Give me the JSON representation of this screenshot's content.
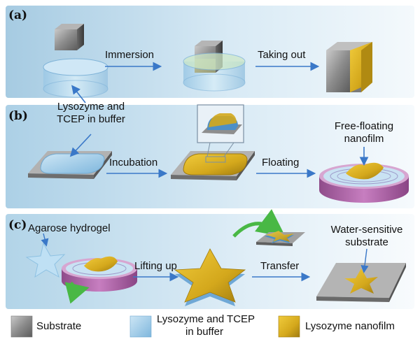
{
  "panels": {
    "a": {
      "label": "(a)",
      "step1": "Immersion",
      "step2": "Taking out",
      "solution_line1": "Lysozyme and",
      "solution_line2": "TCEP in buffer"
    },
    "b": {
      "label": "(b)",
      "step1": "Incubation",
      "step2": "Floating",
      "result_line1": "Free-floating",
      "result_line2": "nanofilm"
    },
    "c": {
      "label": "(c)",
      "hydrogel": "Agarose hydrogel",
      "step1": "Lifting up",
      "step2": "Transfer",
      "target_line1": "Water-sensitive",
      "target_line2": "substrate"
    }
  },
  "legend": {
    "substrate": "Substrate",
    "buffer_line1": "Lysozyme and TCEP",
    "buffer_line2": "in buffer",
    "nanofilm": "Lysozyme nanofilm"
  },
  "colors": {
    "nanofilm": "#d6ad1e",
    "buffer": "#8fc4e6",
    "substrate": "#8a8a8a",
    "dish": "#b869b0",
    "arrow": "#3a78c8",
    "green_arrow": "#49b845"
  }
}
